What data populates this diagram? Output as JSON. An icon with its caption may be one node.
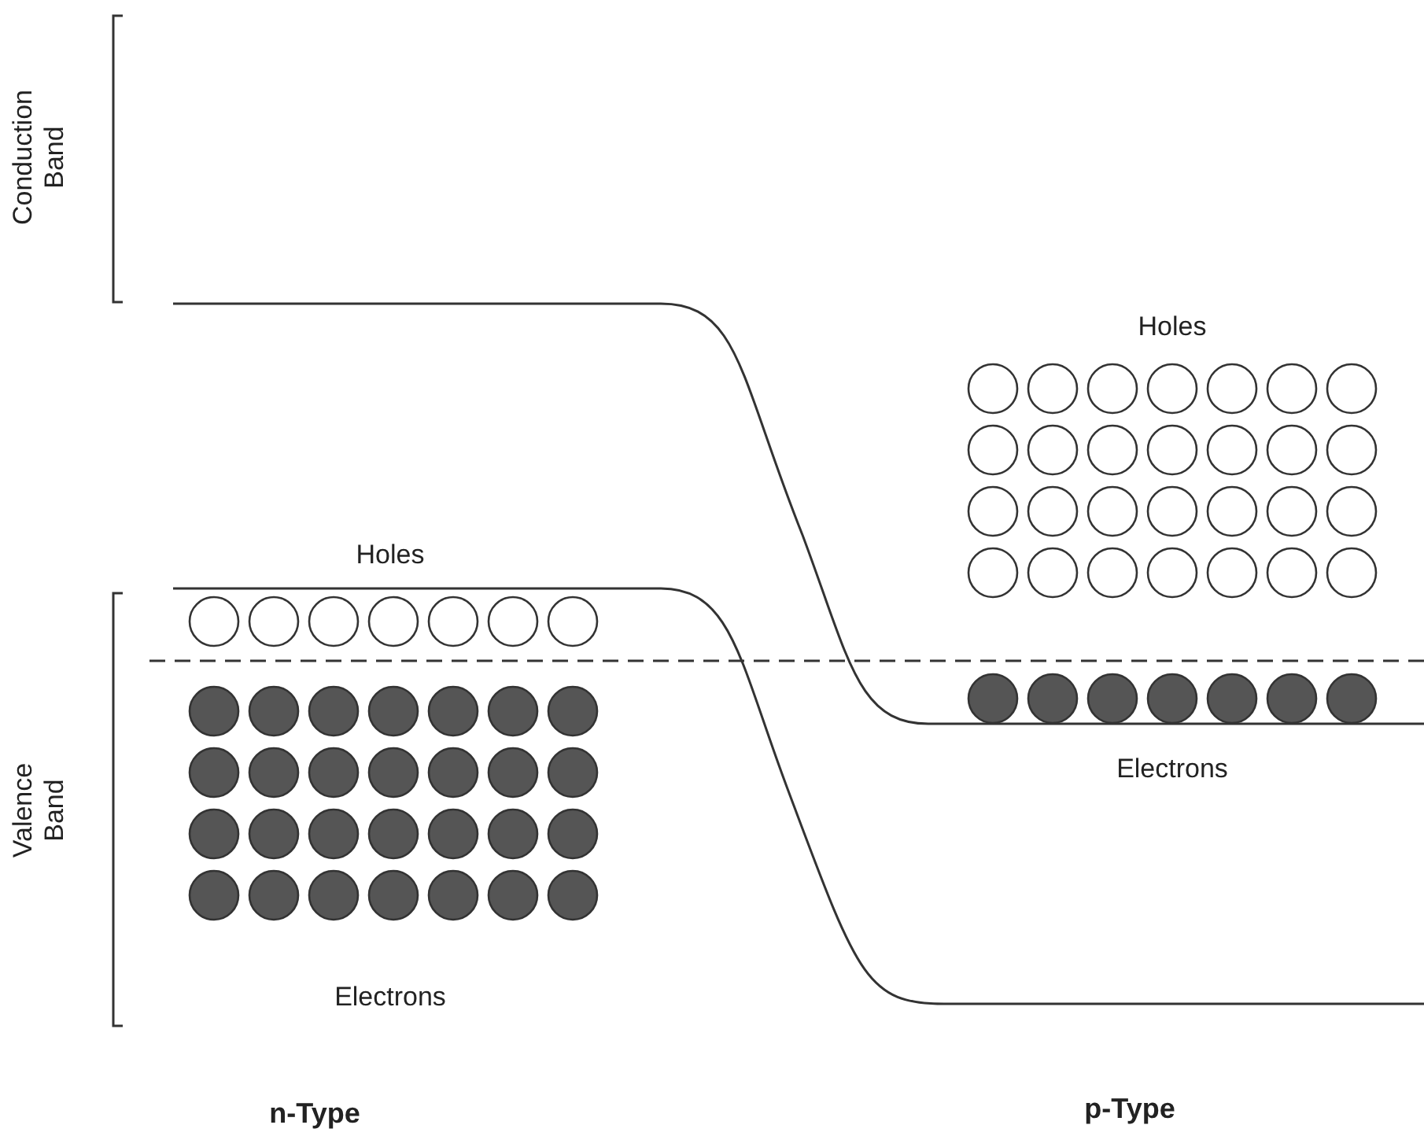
{
  "diagram": {
    "labels": [
      "Conduction Band",
      "Valence Band",
      "Holes",
      "Electrons",
      "Holes",
      "Electrons",
      "n-Type",
      "p-Type"
    ]
  }
}
